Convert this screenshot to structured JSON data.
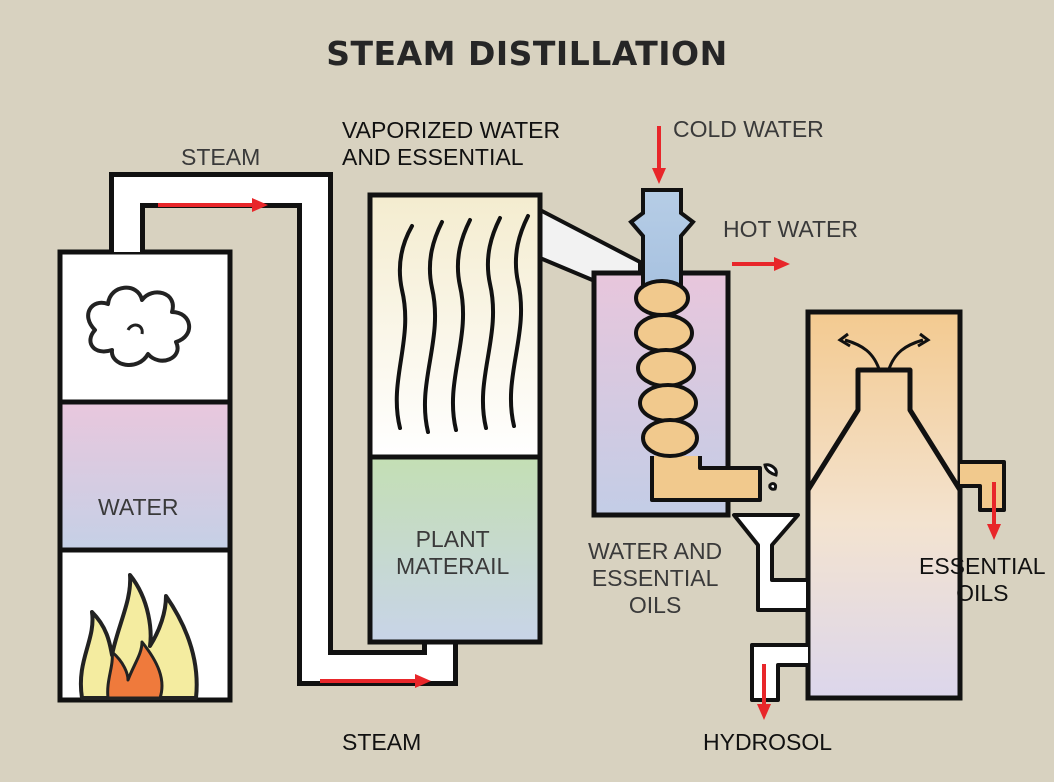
{
  "title": "STEAM DISTILLATION",
  "labels": {
    "steam_top": "STEAM",
    "steam_bottom": "STEAM",
    "vaporized": "VAPORIZED WATER\nAND ESSENTIAL",
    "cold_water": "COLD WATER",
    "hot_water": "HOT WATER",
    "water": "WATER",
    "plant_material": "PLANT\nMATERAIL",
    "water_and_oils": "WATER AND\nESSENTIAL\nOILS",
    "essential_oils": "ESSENTIAL\nOILS",
    "hydrosol": "HYDROSOL"
  },
  "colors": {
    "background": "#d8d2c0",
    "outline": "#111111",
    "arrow": "#e8262a",
    "water_top": "#e9c7dd",
    "water_bottom": "#c5d0e6",
    "plant_material": "#c6dfb8",
    "condensate": "#f1c98d",
    "flame_outer": "#f4eca0",
    "flame_inner": "#ef7a3c"
  },
  "icons": [
    "steam-cloud-icon",
    "flame-icon",
    "vapor-wave-icon",
    "condenser-coil-icon",
    "flow-arrow-icon"
  ]
}
